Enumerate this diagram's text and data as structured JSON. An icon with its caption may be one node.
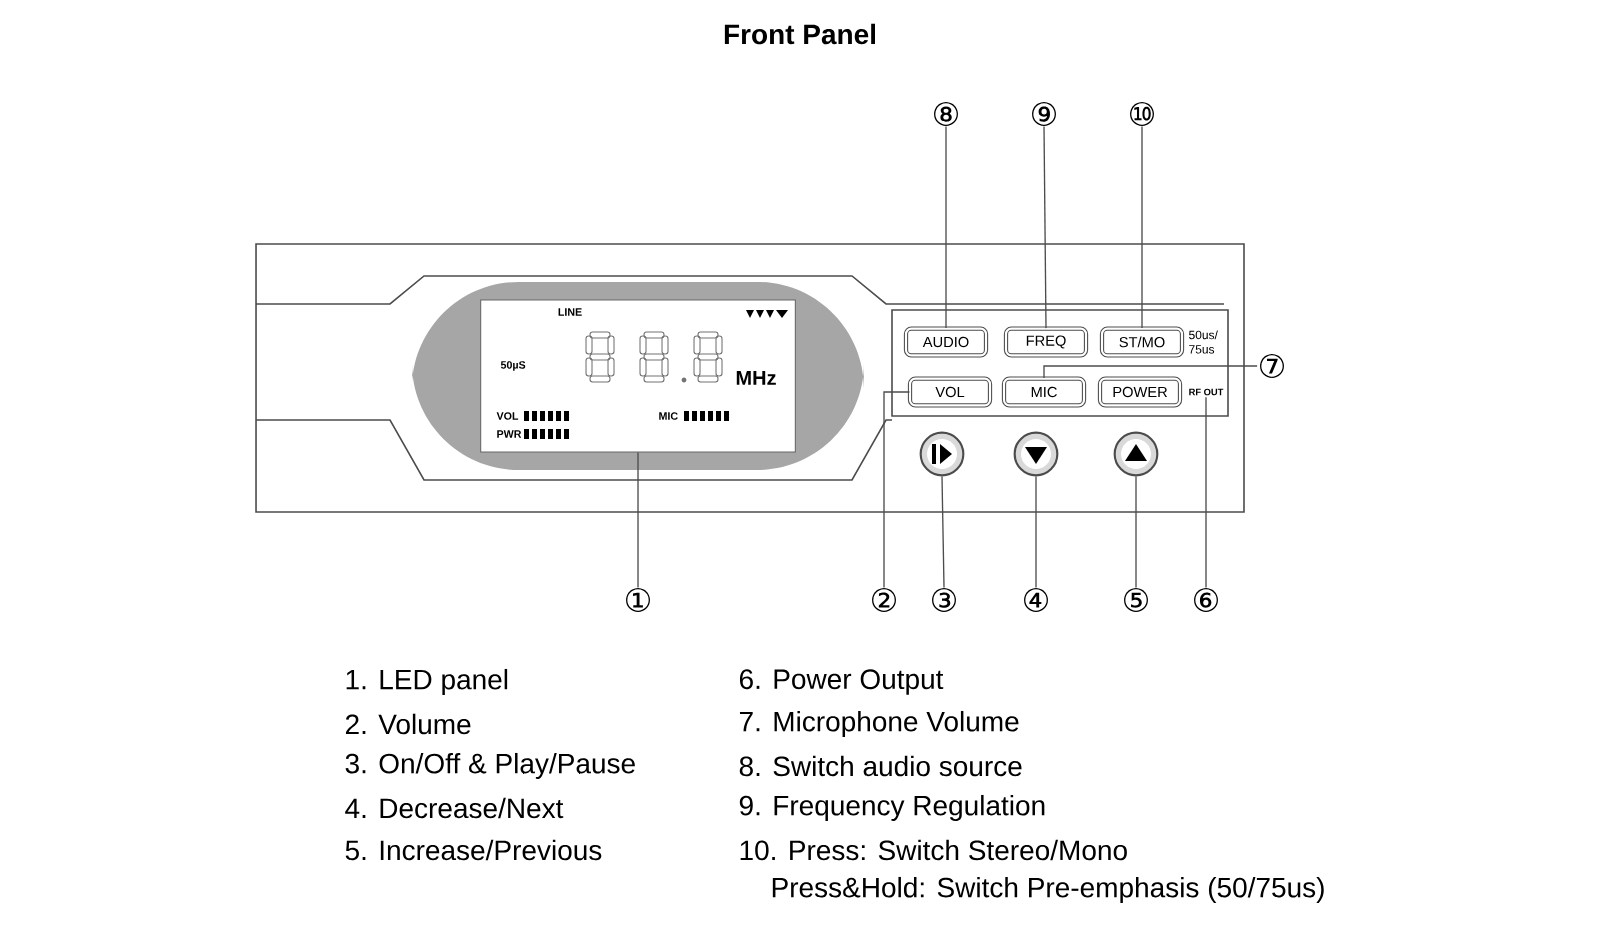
{
  "diagram": {
    "title": "Front Panel",
    "nodes": [
      {
        "text": [
          "LINE",
          "50µS",
          "MHz",
          "VOL",
          "PWR",
          "MIC"
        ]
      },
      {
        "text": [
          "AUDIO"
        ]
      },
      {
        "text": [
          "FREQ"
        ]
      },
      {
        "text": [
          "ST/MO"
        ],
        "beside": [
          "50us/ 75us"
        ]
      },
      {
        "text": [
          "VOL"
        ]
      },
      {
        "text": [
          "MIC"
        ]
      },
      {
        "text": [
          "POWER"
        ]
      },
      {
        "text": [],
        "shape": "circle"
      },
      {
        "text": [],
        "shape": "circle"
      },
      {
        "text": [],
        "shape": "circle"
      },
      {
        "text": [
          "RF OUT"
        ]
      },
      {
        "text": [
          "①"
        ]
      },
      {
        "text": [
          "②"
        ]
      },
      {
        "text": [
          "③"
        ]
      },
      {
        "text": [
          "④"
        ]
      },
      {
        "text": [
          "⑤"
        ]
      },
      {
        "text": [
          "⑥"
        ]
      },
      {
        "text": [
          "⑦"
        ]
      },
      {
        "text": [
          "⑧"
        ]
      },
      {
        "text": [
          "⑨"
        ]
      },
      {
        "text": [
          "⑩"
        ]
      }
    ],
    "edges": [
      {
        "from": 11,
        "to": 0,
        "arrow": "none"
      },
      {
        "from": 12,
        "to": 4,
        "arrow": "none"
      },
      {
        "from": 13,
        "to": 7,
        "arrow": "none"
      },
      {
        "from": 14,
        "to": 8,
        "arrow": "none"
      },
      {
        "from": 15,
        "to": 9,
        "arrow": "none"
      },
      {
        "from": 16,
        "to": 10,
        "arrow": "none"
      },
      {
        "from": 17,
        "to": 5,
        "arrow": "none"
      },
      {
        "from": 18,
        "to": 1,
        "arrow": "none"
      },
      {
        "from": 19,
        "to": 2,
        "arrow": "none"
      },
      {
        "from": 20,
        "to": 3,
        "arrow": "none"
      }
    ],
    "labels": [
      "1. LED panel",
      "2. Volume",
      "3. On/Off & Play/Pause",
      "4. Decrease/Next",
      "5. Increase/Previous",
      "6. Power Output",
      "7. Microphone Volume",
      "8. Switch audio source",
      "9. Frequency Regulation",
      "10. Press: Switch Stereo/Mono",
      "Press&Hold: Switch Pre-emphasis (50/75us)"
    ]
  }
}
